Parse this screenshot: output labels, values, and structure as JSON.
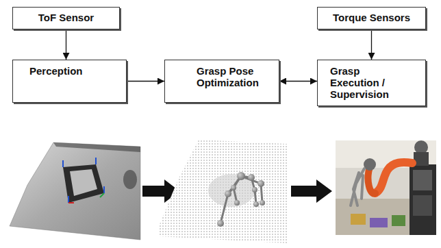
{
  "diagram": {
    "nodes": [
      {
        "text": [
          "ToF Sensor"
        ]
      },
      {
        "text": [
          "Torque Sensors"
        ]
      },
      {
        "text": [
          "Perception"
        ]
      },
      {
        "text": [
          "Grasp Pose Optimization"
        ]
      },
      {
        "text": [
          "Grasp Execution / Supervision"
        ]
      }
    ],
    "edges": [
      {
        "from": 0,
        "to": 2,
        "arrow": "to"
      },
      {
        "from": 1,
        "to": 4,
        "arrow": "to"
      },
      {
        "from": 2,
        "to": 3,
        "arrow": "to"
      },
      {
        "from": 3,
        "to": 4,
        "arrow": "both"
      }
    ]
  }
}
